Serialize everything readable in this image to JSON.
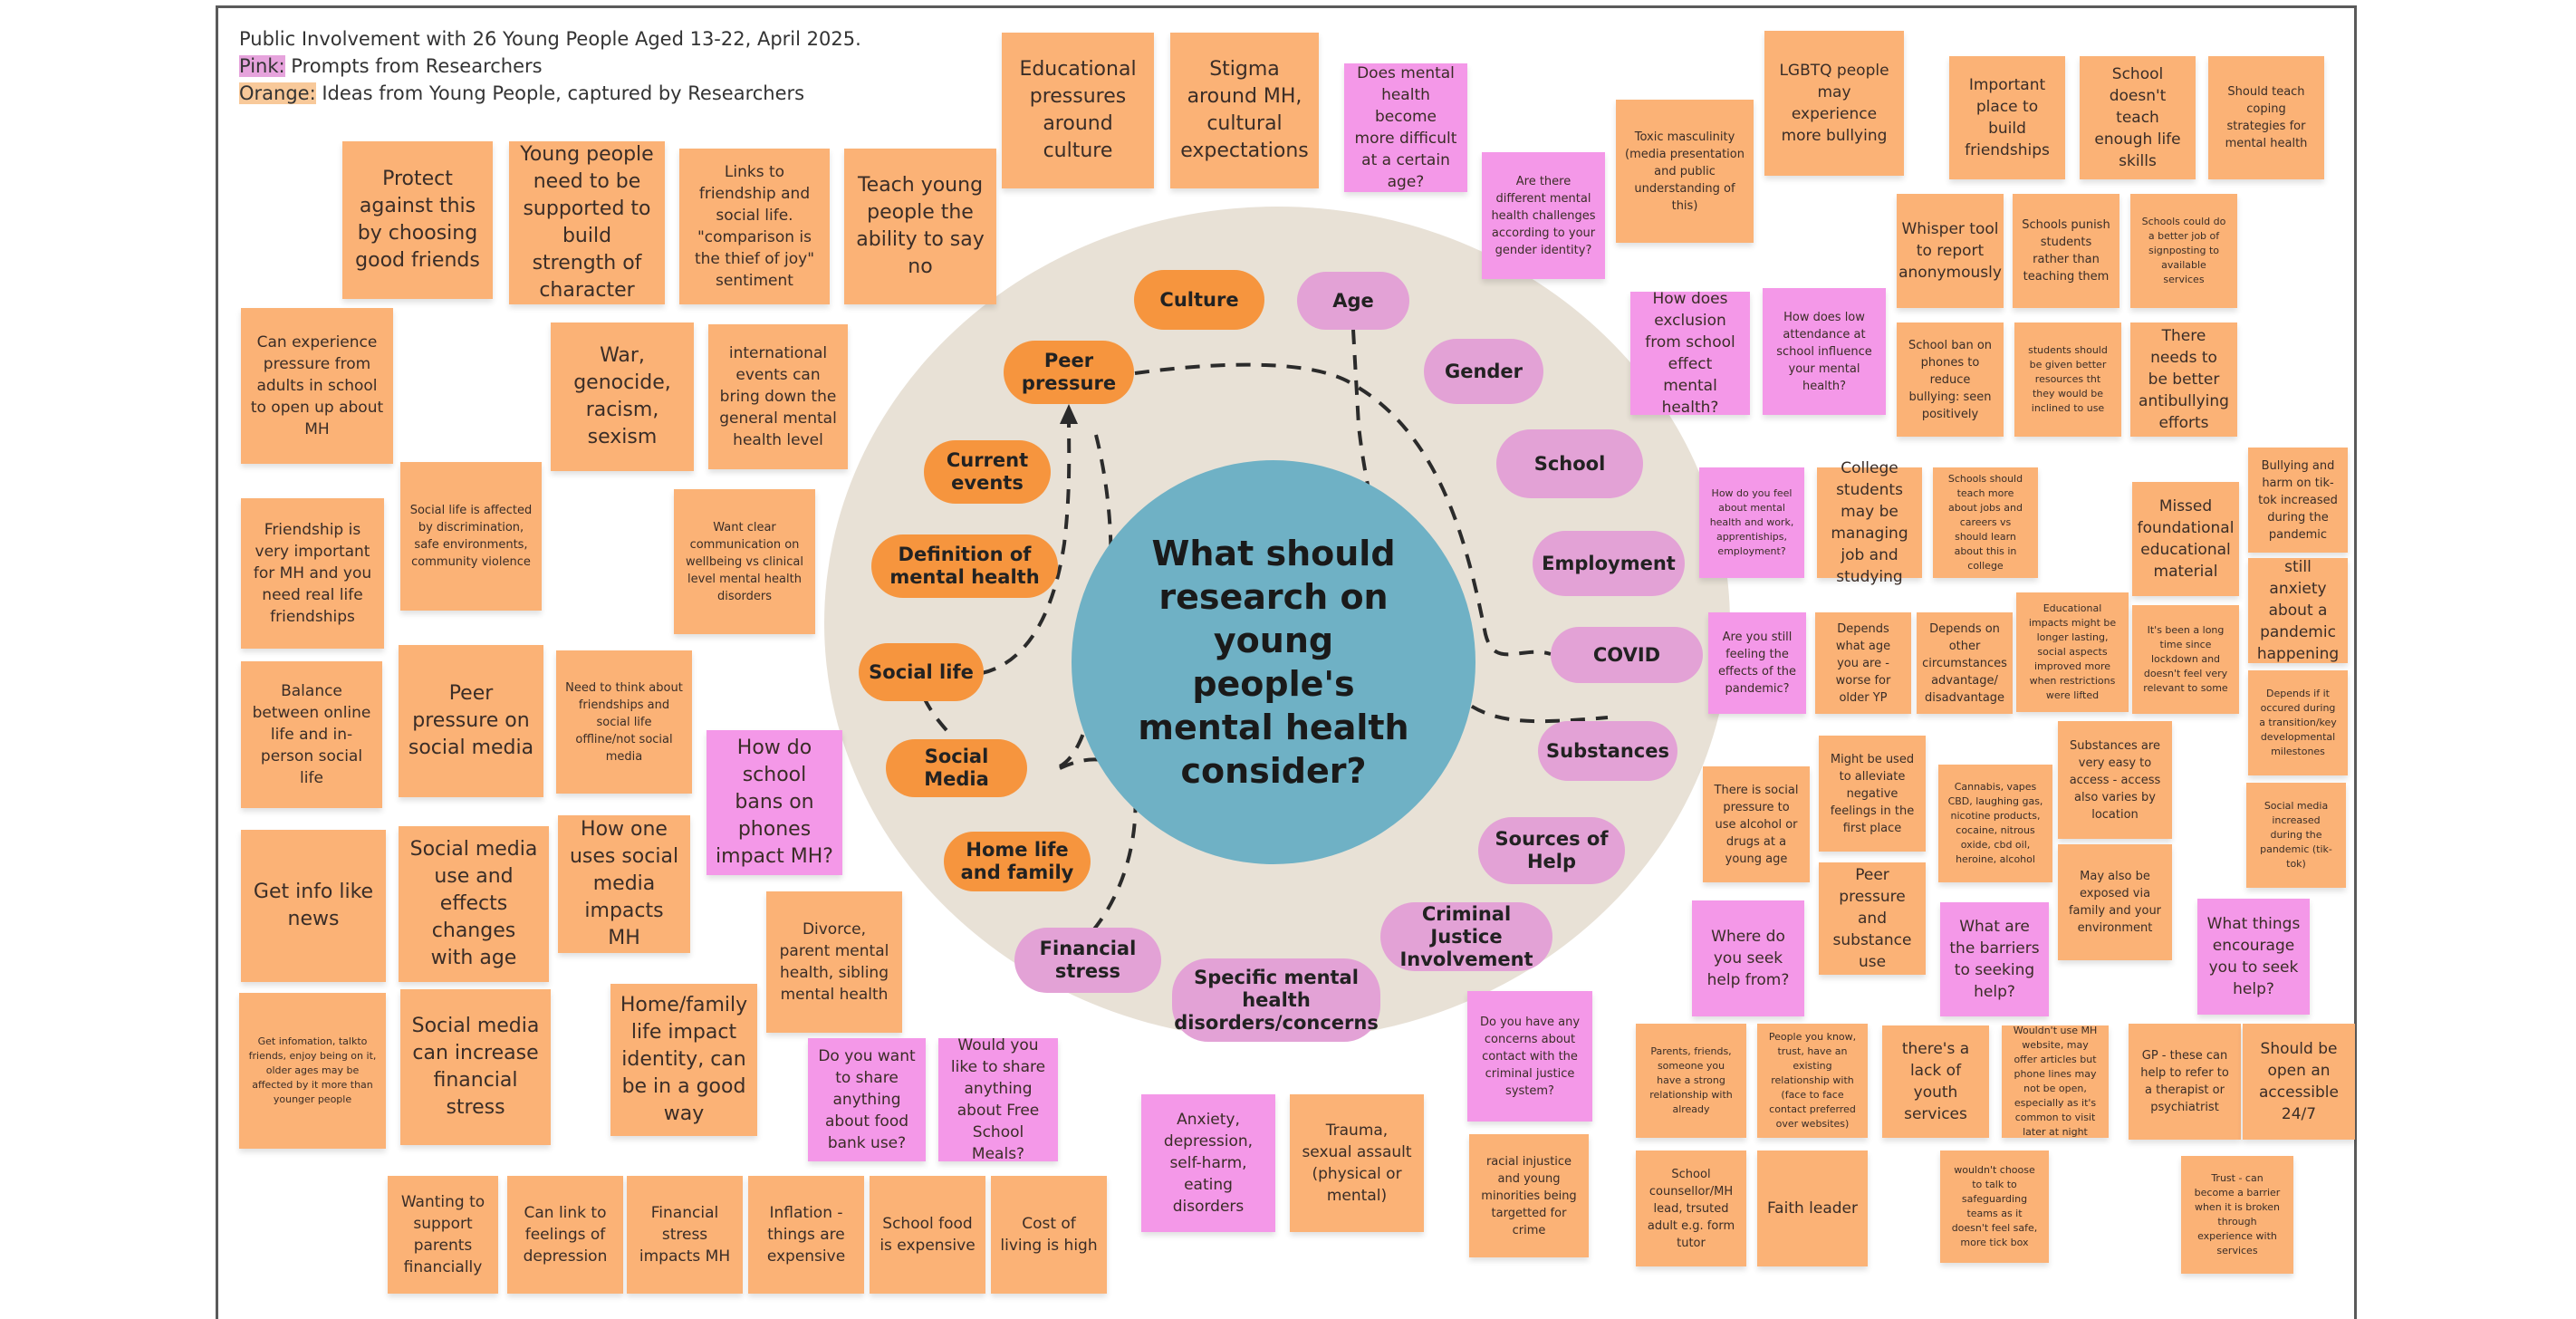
{
  "legend": {
    "title": "Public Involvement with 26 Young People Aged 13-22, April 2025.",
    "pink_label": "Pink:",
    "pink_text": "Prompts from Researchers",
    "orange_label": "Orange:",
    "orange_text": "Ideas from Young People, captured by Researchers"
  },
  "colors": {
    "orange_note": "#fbb276",
    "pink_note": "#f498e8",
    "orange_topic": "#f6953e",
    "pink_topic": "#e3a2d6",
    "ring": "#e8e1d6",
    "hub": "#6fb1c5"
  },
  "hub": {
    "question": "What should research on young people's mental health consider?"
  },
  "topics": [
    {
      "label": "Culture",
      "color": "orange"
    },
    {
      "label": "Age",
      "color": "pink"
    },
    {
      "label": "Peer pressure",
      "color": "orange"
    },
    {
      "label": "Gender",
      "color": "pink"
    },
    {
      "label": "Current events",
      "color": "orange"
    },
    {
      "label": "School",
      "color": "pink"
    },
    {
      "label": "Definition of mental health",
      "color": "orange"
    },
    {
      "label": "Employment",
      "color": "pink"
    },
    {
      "label": "Social life",
      "color": "orange"
    },
    {
      "label": "COVID",
      "color": "pink"
    },
    {
      "label": "Social Media",
      "color": "orange"
    },
    {
      "label": "Substances",
      "color": "pink"
    },
    {
      "label": "Home life and family",
      "color": "orange"
    },
    {
      "label": "Sources of Help",
      "color": "pink"
    },
    {
      "label": "Financial stress",
      "color": "pink"
    },
    {
      "label": "Criminal Justice Involvement",
      "color": "pink"
    },
    {
      "label": "Specific mental health disorders/concerns",
      "color": "pink"
    }
  ],
  "notes": [
    {
      "text": "Protect against this by choosing good friends",
      "color": "orange"
    },
    {
      "text": "Young people need to be supported to build strength of character",
      "color": "orange"
    },
    {
      "text": "Links to friendship and social life. \"comparison is the thief of joy\" sentiment",
      "color": "orange"
    },
    {
      "text": "Teach young people the ability to say no",
      "color": "orange"
    },
    {
      "text": "Educational pressures around culture",
      "color": "orange"
    },
    {
      "text": "Stigma around MH, cultural expectations",
      "color": "orange"
    },
    {
      "text": "Does mental health become more difficult at a certain age?",
      "color": "pink"
    },
    {
      "text": "Are there different mental health challenges according to your gender identity?",
      "color": "pink"
    },
    {
      "text": "Toxic masculinity (media presentation and public understanding of this)",
      "color": "orange"
    },
    {
      "text": "LGBTQ people may experience more bullying",
      "color": "orange"
    },
    {
      "text": "Important place to build friendships",
      "color": "orange"
    },
    {
      "text": "School doesn't teach enough life skills",
      "color": "orange"
    },
    {
      "text": "Should teach coping strategies for mental health",
      "color": "orange"
    },
    {
      "text": "Whisper tool to report anonymously",
      "color": "orange"
    },
    {
      "text": "Schools punish students rather than teaching them",
      "color": "orange"
    },
    {
      "text": "Schools could do a better job of signposting to available services",
      "color": "orange"
    },
    {
      "text": "How does exclusion from school effect mental health?",
      "color": "pink"
    },
    {
      "text": "How does low attendance at school influence your mental health?",
      "color": "pink"
    },
    {
      "text": "School ban on phones to reduce bullying: seen positively",
      "color": "orange"
    },
    {
      "text": "students should be given better resources tht they would be inclined to use",
      "color": "orange"
    },
    {
      "text": "There needs to be better antibullying efforts",
      "color": "orange"
    },
    {
      "text": "Can experience pressure from adults in school to open up about MH",
      "color": "orange"
    },
    {
      "text": "War, genocide, racism, sexism",
      "color": "orange"
    },
    {
      "text": "international events can bring down the general mental health level",
      "color": "orange"
    },
    {
      "text": "Friendship is very important for MH and you need real life friendships",
      "color": "orange"
    },
    {
      "text": "Social life is affected by discrimination, safe environments, community violence",
      "color": "orange"
    },
    {
      "text": "Want clear communication on wellbeing vs clinical level mental health disorders",
      "color": "orange"
    },
    {
      "text": "How do you feel about mental health and work, apprentiships, employment?",
      "color": "pink"
    },
    {
      "text": "College students may be managing job and studying",
      "color": "orange"
    },
    {
      "text": "Schools should teach more about jobs and careers vs should learn about this in college",
      "color": "orange"
    },
    {
      "text": "Missed foundational educational material",
      "color": "orange"
    },
    {
      "text": "Bullying and harm on tik-tok increased during the pandemic",
      "color": "orange"
    },
    {
      "text": "still anxiety about a pandemic happening",
      "color": "orange"
    },
    {
      "text": "Are you still feeling the effects of the pandemic?",
      "color": "pink"
    },
    {
      "text": "Depends what age you are - worse for older YP",
      "color": "orange"
    },
    {
      "text": "Depends on other circumstances advantage/ disadvantage",
      "color": "orange"
    },
    {
      "text": "Educational impacts might be longer lasting, social aspects improved more when restrictions were lifted",
      "color": "orange"
    },
    {
      "text": "It's been a long time since lockdown and doesn't feel very relevant to some",
      "color": "orange"
    },
    {
      "text": "Depends if it occured during a transition/key developmental milestones",
      "color": "orange"
    },
    {
      "text": "Balance between online life and in-person social life",
      "color": "orange"
    },
    {
      "text": "Peer pressure on social media",
      "color": "orange"
    },
    {
      "text": "Need to think about friendships and social life offline/not social media",
      "color": "orange"
    },
    {
      "text": "How do school bans on phones impact MH?",
      "color": "pink"
    },
    {
      "text": "Get info like news",
      "color": "orange"
    },
    {
      "text": "Social media use and effects changes with age",
      "color": "orange"
    },
    {
      "text": "How one uses social media impacts MH",
      "color": "orange"
    },
    {
      "text": "Divorce, parent mental health, sibling mental health",
      "color": "orange"
    },
    {
      "text": "There is social pressure to use alcohol or drugs at a young age",
      "color": "orange"
    },
    {
      "text": "Might be used to alleviate negative feelings in the first place",
      "color": "orange"
    },
    {
      "text": "Cannabis, vapes CBD, laughing gas, nicotine products, cocaine, nitrous oxide, cbd oil, heroine, alcohol",
      "color": "orange"
    },
    {
      "text": "Substances are very easy to access - access also varies by location",
      "color": "orange"
    },
    {
      "text": "Social media increased during the pandemic (tik-tok)",
      "color": "orange"
    },
    {
      "text": "Peer pressure and substance use",
      "color": "orange"
    },
    {
      "text": "May also be exposed via family and your environment",
      "color": "orange"
    },
    {
      "text": "Get infomation, talkto friends, enjoy being on it, older ages may be affected by it more than younger people",
      "color": "orange"
    },
    {
      "text": "Social media can increase financial stress",
      "color": "orange"
    },
    {
      "text": "Home/family life impact identity, can be in a good way",
      "color": "orange"
    },
    {
      "text": "Do you want to share anything about food bank use?",
      "color": "pink"
    },
    {
      "text": "Would you like to share anything about Free School Meals?",
      "color": "pink"
    },
    {
      "text": "Anxiety, depression, self-harm, eating disorders",
      "color": "pink"
    },
    {
      "text": "Trauma, sexual assault (physical or mental)",
      "color": "orange"
    },
    {
      "text": "Do you have any concerns about contact with the criminal justice system?",
      "color": "pink"
    },
    {
      "text": "racial injustice and young minorities being targetted for crime",
      "color": "orange"
    },
    {
      "text": "Where do you seek help from?",
      "color": "pink"
    },
    {
      "text": "What are the barriers to seeking help?",
      "color": "pink"
    },
    {
      "text": "What things encourage you to seek help?",
      "color": "pink"
    },
    {
      "text": "Parents, friends, someone you have a strong relationship with already",
      "color": "orange"
    },
    {
      "text": "People you know, trust, have an existing relationship with (face to face contact preferred over websites)",
      "color": "orange"
    },
    {
      "text": "there's a lack of youth services",
      "color": "orange"
    },
    {
      "text": "Wouldn't use MH website, may offer articles but phone lines may not be open, especially as it's common to visit later at night",
      "color": "orange"
    },
    {
      "text": "GP - these can help to refer to a therapist or psychiatrist",
      "color": "orange"
    },
    {
      "text": "Should be open an accessible 24/7",
      "color": "orange"
    },
    {
      "text": "School counsellor/MH lead, trsuted adult e.g. form tutor",
      "color": "orange"
    },
    {
      "text": "Faith leader",
      "color": "orange"
    },
    {
      "text": "wouldn't choose to talk to safeguarding teams as it doesn't feel safe, more tick box",
      "color": "orange"
    },
    {
      "text": "Trust - can become a barrier when it is broken through experience with services",
      "color": "orange"
    },
    {
      "text": "Wanting to support parents financially",
      "color": "orange"
    },
    {
      "text": "Can link to feelings of depression",
      "color": "orange"
    },
    {
      "text": "Financial stress impacts MH",
      "color": "orange"
    },
    {
      "text": "Inflation - things are expensive",
      "color": "orange"
    },
    {
      "text": "School food is expensive",
      "color": "orange"
    },
    {
      "text": "Cost of living is high",
      "color": "orange"
    }
  ]
}
